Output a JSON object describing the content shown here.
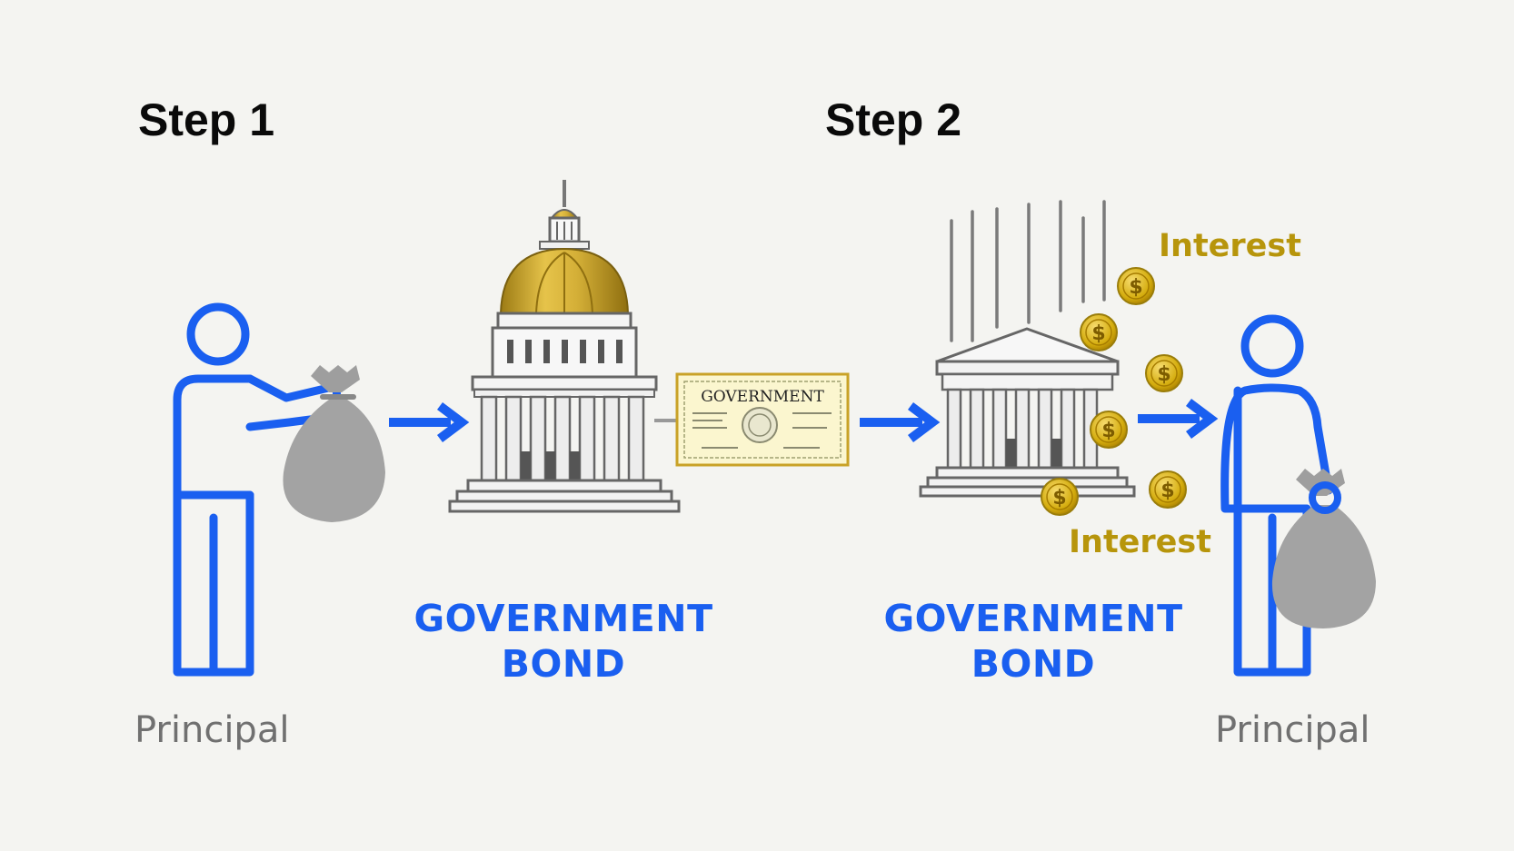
{
  "steps": {
    "step1": "Step 1",
    "step2": "Step 2"
  },
  "bond_labels": {
    "line1": "GOVERNMENT",
    "line2": "BOND"
  },
  "certificate": {
    "title": "GOVERNMENT"
  },
  "principal_label": "Principal",
  "interest_label": "Interest",
  "coin_symbol": "$",
  "colors": {
    "accent_blue": "#1a5ff0",
    "gold": "#c9a227",
    "interest_text": "#b7950b",
    "gray_bag": "#a3a3a3",
    "building_gray": "#7a7a7a"
  },
  "icons": [
    "person-icon",
    "money-bag-icon",
    "capitol-building-icon",
    "bond-certificate-icon",
    "bank-building-icon",
    "coin-icon",
    "arrow-right-icon"
  ]
}
